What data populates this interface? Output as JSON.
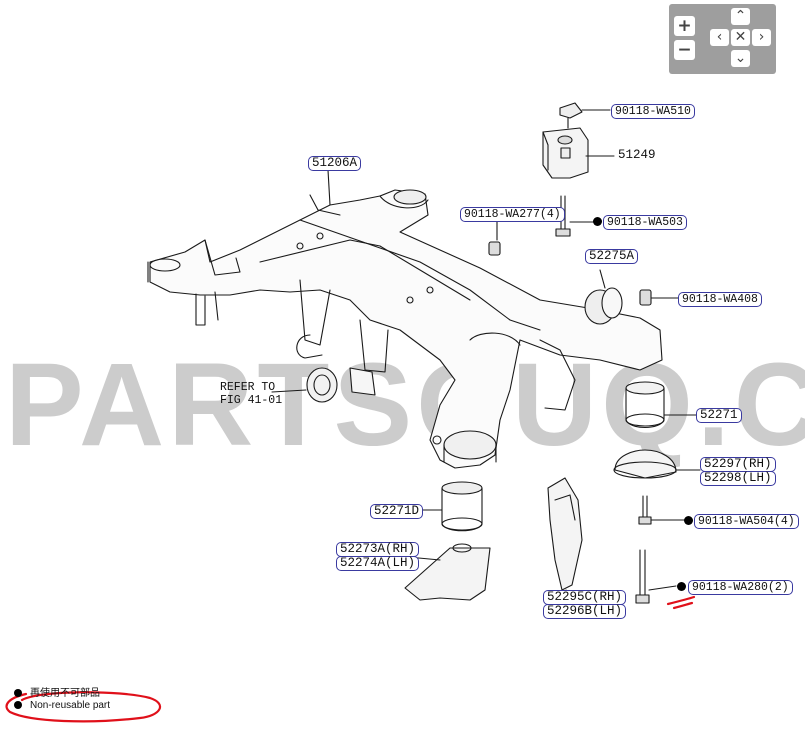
{
  "zoom_controls": {
    "zoom_in": "+",
    "zoom_out": "−",
    "pan_up": "⌃",
    "pan_down": "⌄",
    "pan_left": "‹",
    "pan_right": "›",
    "reset": "✕"
  },
  "watermark_text": "PARTSOUQ.CO",
  "callouts": [
    {
      "id": "c1",
      "text": "90118-WA510",
      "boxed": true,
      "dot": false
    },
    {
      "id": "c2",
      "text": "51249",
      "boxed": false,
      "dot": false
    },
    {
      "id": "c3",
      "text": "51206A",
      "boxed": true,
      "dot": false
    },
    {
      "id": "c4",
      "text": "90118-WA277(4)",
      "boxed": true,
      "dot": false
    },
    {
      "id": "c5",
      "text": "90118-WA503",
      "boxed": true,
      "dot": true
    },
    {
      "id": "c6",
      "text": "52275A",
      "boxed": true,
      "dot": false
    },
    {
      "id": "c7",
      "text": "90118-WA408",
      "boxed": true,
      "dot": false
    },
    {
      "id": "c8",
      "text": "REFER TO",
      "boxed": false,
      "dot": false
    },
    {
      "id": "c9",
      "text": "FIG 41-01",
      "boxed": false,
      "dot": false
    },
    {
      "id": "c10",
      "text": "52271",
      "boxed": true,
      "dot": false
    },
    {
      "id": "c11",
      "text": "52297(RH)",
      "boxed": true,
      "dot": false
    },
    {
      "id": "c12",
      "text": "52298(LH)",
      "boxed": true,
      "dot": false
    },
    {
      "id": "c13",
      "text": "90118-WA504(4)",
      "boxed": true,
      "dot": true
    },
    {
      "id": "c14",
      "text": "52271D",
      "boxed": true,
      "dot": false
    },
    {
      "id": "c15",
      "text": "52273A(RH)",
      "boxed": true,
      "dot": false
    },
    {
      "id": "c16",
      "text": "52274A(LH)",
      "boxed": true,
      "dot": false
    },
    {
      "id": "c17",
      "text": "90118-WA280(2)",
      "boxed": true,
      "dot": true
    },
    {
      "id": "c18",
      "text": "52295C(RH)",
      "boxed": true,
      "dot": false
    },
    {
      "id": "c19",
      "text": "52296B(LH)",
      "boxed": true,
      "dot": false
    }
  ],
  "legend": {
    "line1": "再使用不可部品",
    "line2": "Non-reusable part"
  },
  "colors": {
    "annotation_red": "#e0101a",
    "callout_border": "#3a3aa0",
    "watermark": "#b9b9b9",
    "zoom_panel": "#9e9e9e"
  }
}
